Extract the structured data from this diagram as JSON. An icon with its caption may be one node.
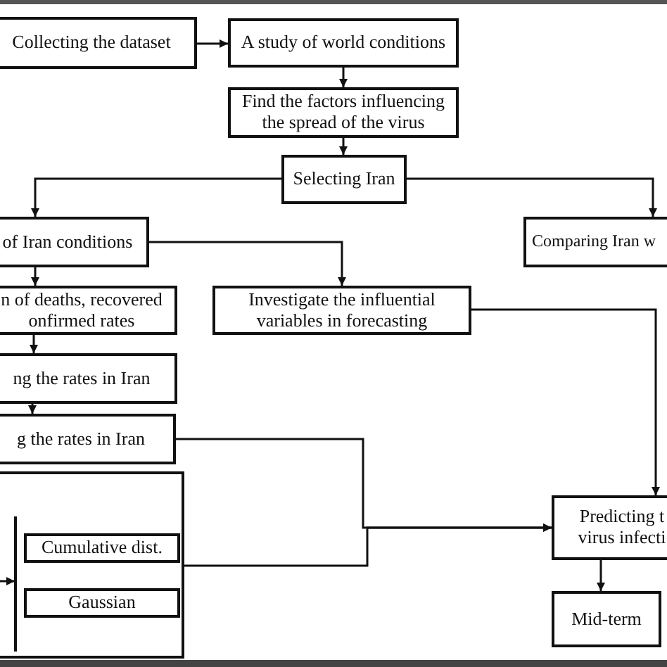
{
  "diagram": {
    "nodes": [
      {
        "text": [
          "Collecting the dataset"
        ]
      },
      {
        "text": [
          "A study of world conditions"
        ]
      },
      {
        "text": [
          "Find the factors influencing the spread of the virus"
        ]
      },
      {
        "text": [
          "Selecting Iran"
        ]
      },
      {
        "text": [
          "of Iran conditions"
        ]
      },
      {
        "text": [
          "Comparing Iran w"
        ]
      },
      {
        "text": [
          "n of deaths, recovered onfirmed rates"
        ]
      },
      {
        "text": [
          "Investigate the influential variables in forecasting"
        ]
      },
      {
        "text": [
          "ng the rates in Iran"
        ]
      },
      {
        "text": [
          "g the rates in Iran"
        ]
      },
      {
        "text": [],
        "shape": "box"
      },
      {
        "text": [],
        "shape": "bar",
        "in": 10
      },
      {
        "text": [
          "Cumulative dist."
        ],
        "in": 10
      },
      {
        "text": [
          "Gaussian"
        ],
        "in": 10
      },
      {
        "text": [
          "Predicting t virus infecti"
        ]
      },
      {
        "text": [
          "Mid-term"
        ]
      }
    ],
    "edges": [
      {
        "from": 0,
        "to": 1,
        "arrow": "to"
      },
      {
        "from": 1,
        "to": 2,
        "arrow": "to"
      },
      {
        "from": 2,
        "to": 3,
        "arrow": "to"
      },
      {
        "from": 3,
        "to": 4,
        "arrow": "to"
      },
      {
        "from": 3,
        "to": 5,
        "arrow": "to"
      },
      {
        "from": 4,
        "to": 6,
        "arrow": "to"
      },
      {
        "from": 4,
        "to": 7,
        "arrow": "to"
      },
      {
        "from": 6,
        "to": 8,
        "arrow": "to"
      },
      {
        "from": 8,
        "to": 9,
        "arrow": "to"
      },
      {
        "from": 9,
        "to": 14,
        "arrow": "to"
      },
      {
        "from": 10,
        "to": 14,
        "arrow": "to"
      },
      {
        "from": 7,
        "to": 14,
        "arrow": "to"
      },
      {
        "from": 14,
        "to": 15,
        "arrow": "to"
      },
      {
        "from": null,
        "to": 11,
        "arrow": "to"
      }
    ]
  }
}
